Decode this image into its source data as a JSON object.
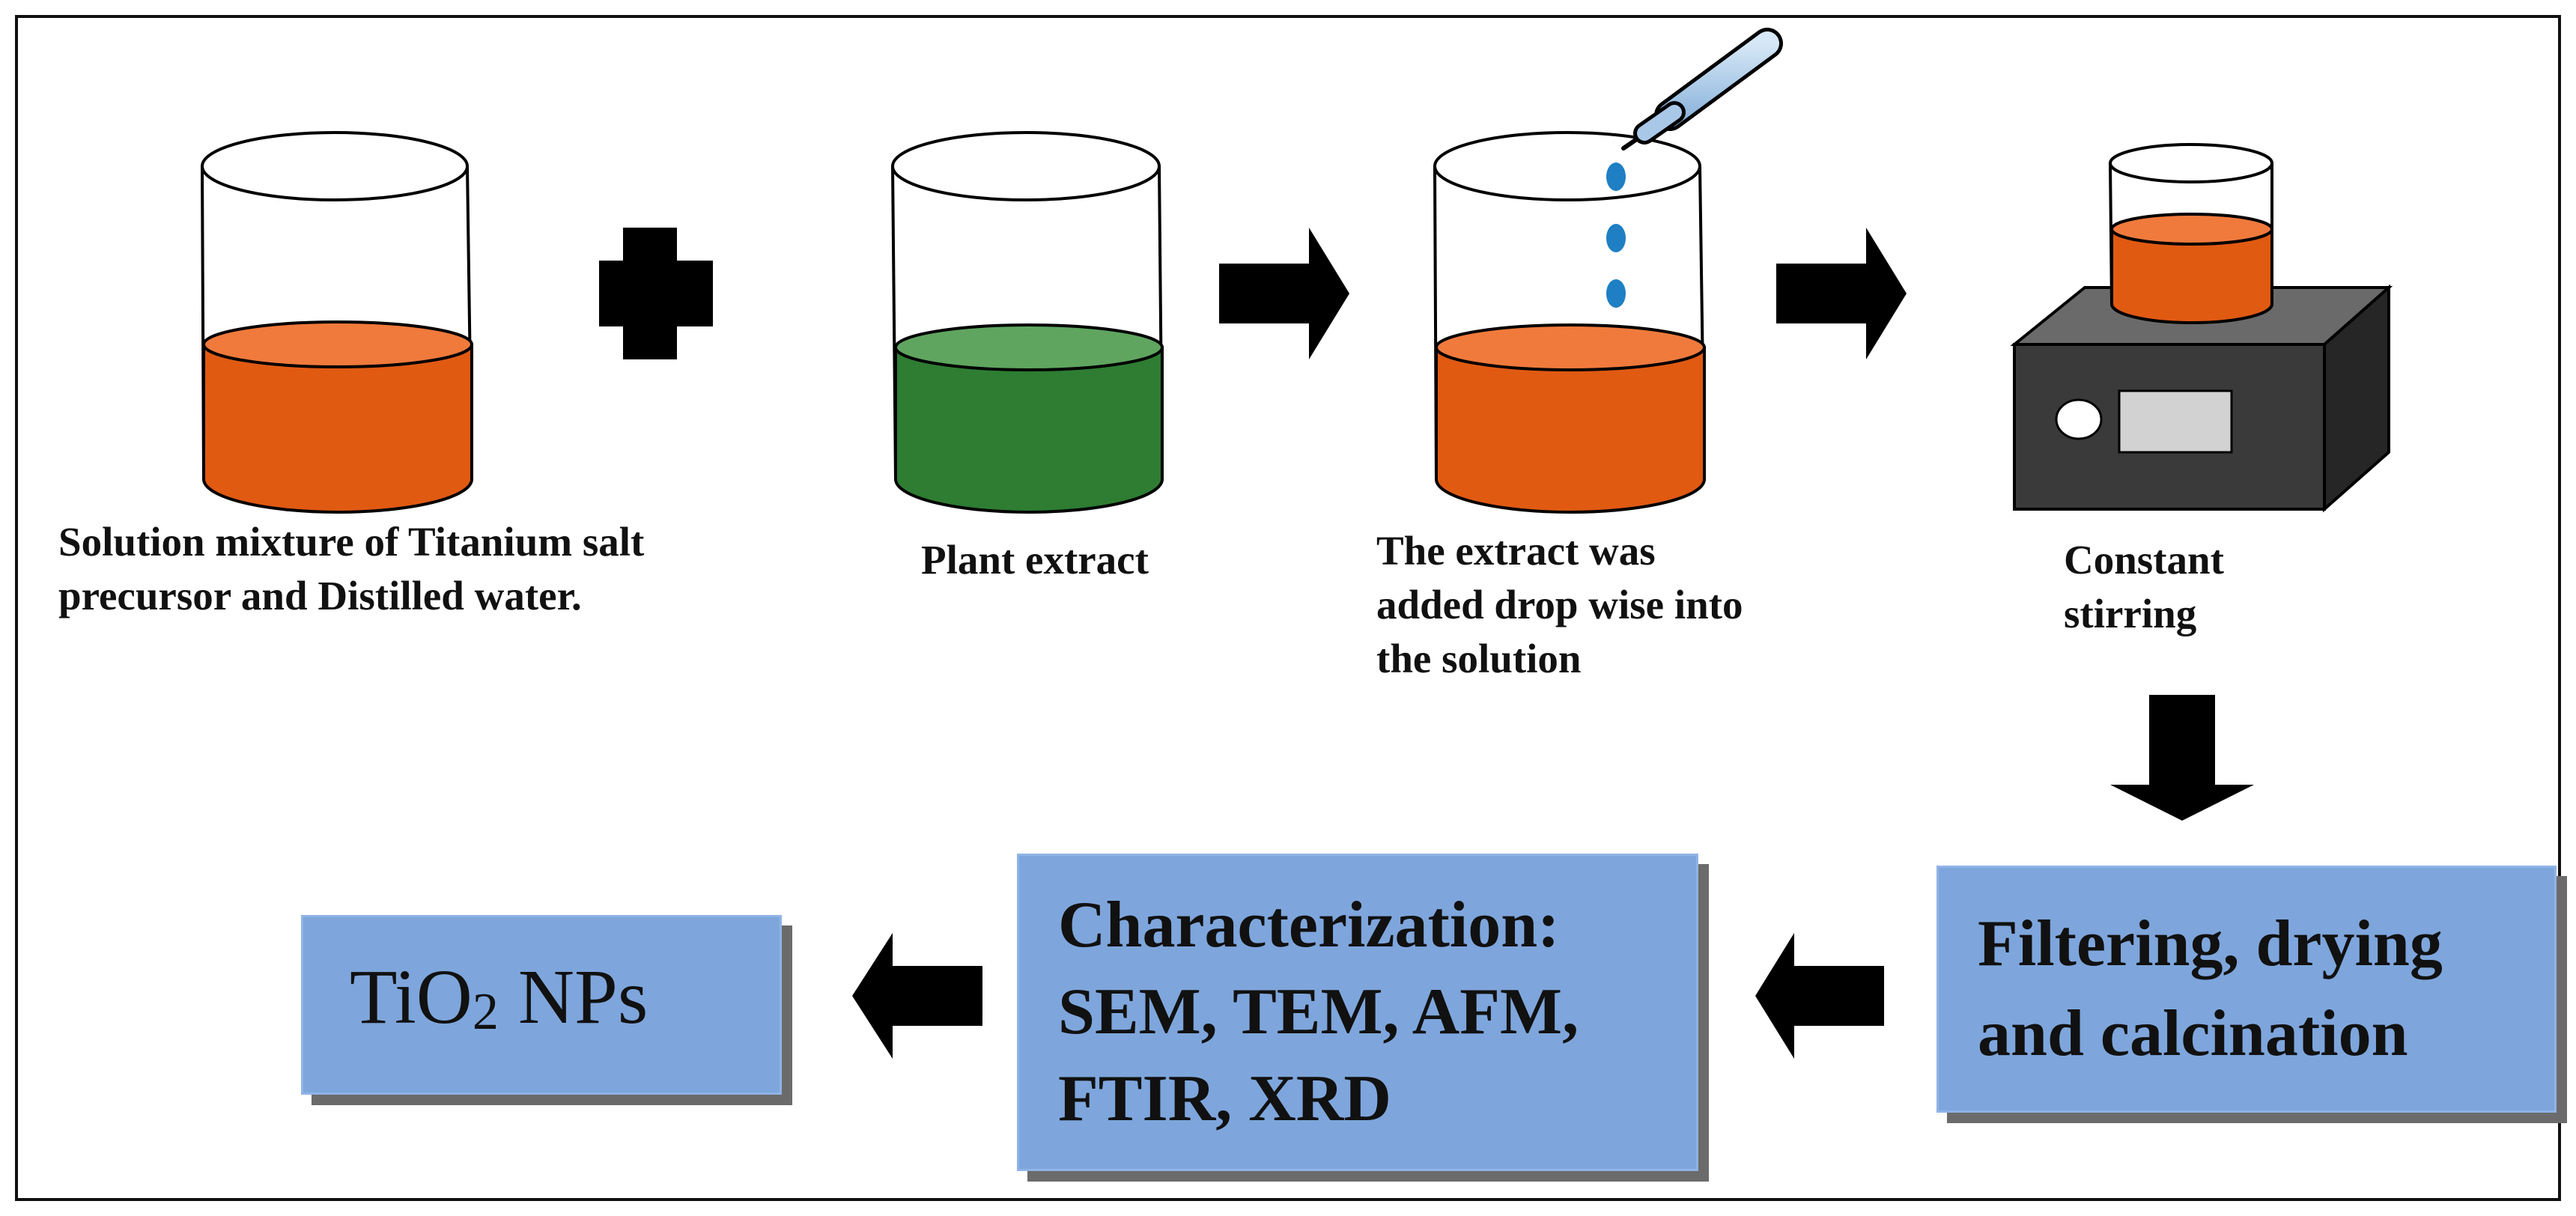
{
  "steps": {
    "precursor": {
      "line1": "Solution mixture of Titanium salt",
      "line2": "precursor and Distilled water."
    },
    "extract": {
      "label": "Plant extract"
    },
    "dropwise": {
      "line1": "The extract was",
      "line2": "added drop wise into",
      "line3": "the solution"
    },
    "stirring": {
      "line1": "Constant",
      "line2": "stirring"
    }
  },
  "boxes": {
    "filtering": {
      "line1": "Filtering, drying",
      "line2": "and calcination"
    },
    "characterization": {
      "line1": "Characterization:",
      "line2": "SEM, TEM, AFM,",
      "line3": "FTIR, XRD"
    },
    "product": {
      "prefix": "TiO",
      "subscript": "2",
      "suffix": " NPs"
    }
  },
  "colors": {
    "orange_liquid": "#e05a12",
    "orange_surface": "#f07a3c",
    "green_liquid": "#2e7d32",
    "green_surface": "#5fa55f",
    "box_fill": "#7ea6dc",
    "box_shadow": "#6b6b6b",
    "droplet": "#1e7fc4",
    "stirrer_body": "#3a3a3a",
    "arrow": "#000000"
  },
  "icons": {
    "plus": "plus-icon",
    "arrow": "arrow-icon",
    "dropper": "dropper-icon",
    "stirrer": "magnetic-stirrer-icon"
  }
}
